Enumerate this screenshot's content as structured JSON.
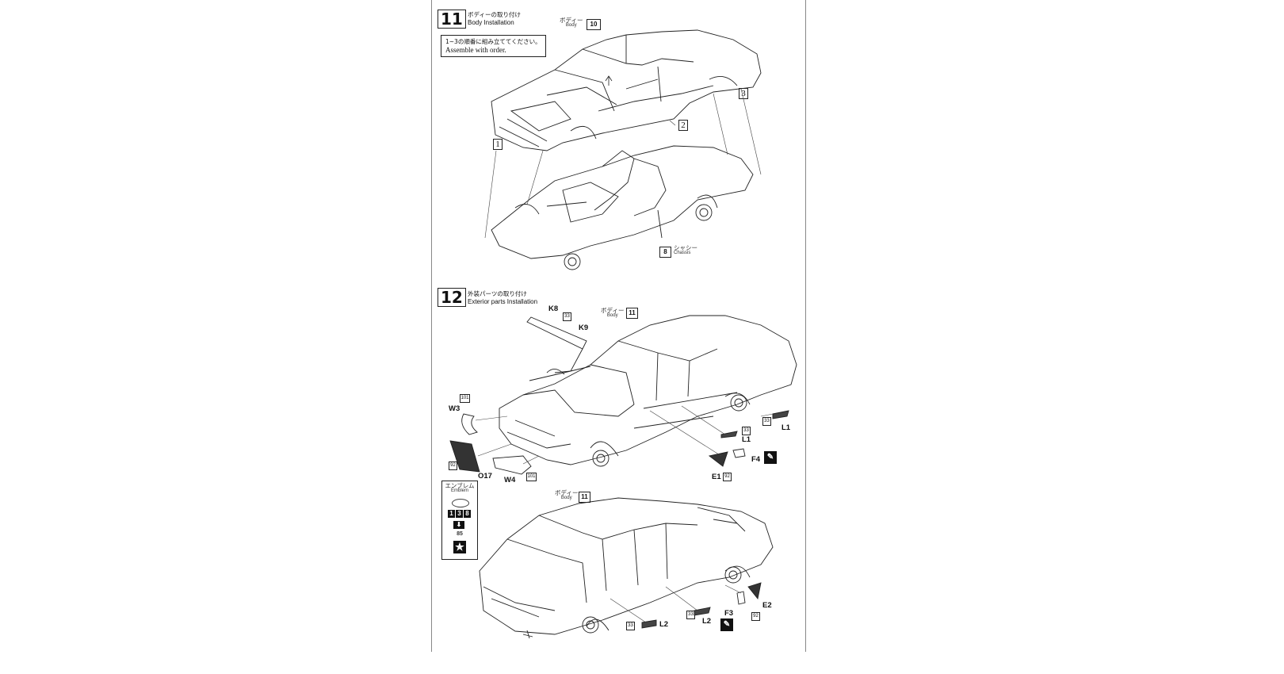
{
  "step11": {
    "number": "11",
    "title_jp": "ボディーの取り付け",
    "title_en": "Body Installation",
    "note_jp": "1~3の順番に組み立ててください。",
    "note_en": "Assemble with order.",
    "body_tag_jp": "ボディー",
    "body_tag_en": "Body",
    "body_ref": "10",
    "chassis_tag_jp": "シャシー",
    "chassis_tag_en": "Chassis",
    "chassis_ref": "8",
    "order_marks": [
      "1",
      "2",
      "3"
    ]
  },
  "step12": {
    "number": "12",
    "title_jp": "外装パーツの取り付け",
    "title_en": "Exterior parts Installation",
    "body_tag_jp": "ボディー",
    "body_tag_en": "Body",
    "body_ref": "11",
    "parts": {
      "k8": "K8",
      "k9": "K9",
      "w3": "W3",
      "w4": "W4",
      "o17": "O17",
      "l1_a": "L1",
      "l1_b": "L1",
      "e1": "E1",
      "f4": "F4",
      "l2_a": "L2",
      "l2_b": "L2",
      "e2": "E2",
      "f3": "F3"
    },
    "paint_codes": {
      "k": "33",
      "w3": "101",
      "w4": "101",
      "o17": "92",
      "l1_a": "33",
      "l1_b": "33",
      "e1": "92",
      "l2_a": "33",
      "l2_b": "33",
      "e2": "92"
    },
    "emblem": {
      "label_jp": "エンブレム",
      "label_en": "Emblem",
      "decal_numbers": [
        "1",
        "3",
        "8"
      ],
      "paint": "85"
    },
    "second_view": {
      "body_tag_jp": "ボディー",
      "body_tag_en": "Body",
      "body_ref": "11"
    }
  }
}
